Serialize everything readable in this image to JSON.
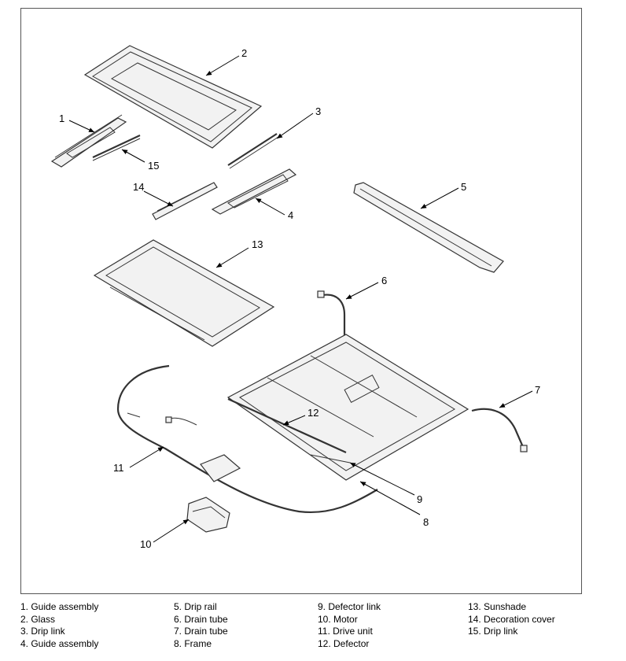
{
  "callouts": {
    "c1": "1",
    "c2": "2",
    "c3": "3",
    "c4": "4",
    "c5": "5",
    "c6": "6",
    "c7": "7",
    "c8": "8",
    "c9": "9",
    "c10": "10",
    "c11": "11",
    "c12": "12",
    "c13": "13",
    "c14": "14",
    "c15": "15"
  },
  "legend": {
    "col1": [
      "1. Guide assembly",
      "2. Glass",
      "3. Drip link",
      "4. Guide assembly"
    ],
    "col2": [
      "5. Drip rail",
      "6. Drain tube",
      "7. Drain tube",
      "8. Frame"
    ],
    "col3": [
      "9. Defector link",
      "10. Motor",
      "11. Drive unit",
      "12. Defector"
    ],
    "col4": [
      "13. Sunshade",
      "14. Decoration cover",
      "15. Drip link"
    ]
  }
}
